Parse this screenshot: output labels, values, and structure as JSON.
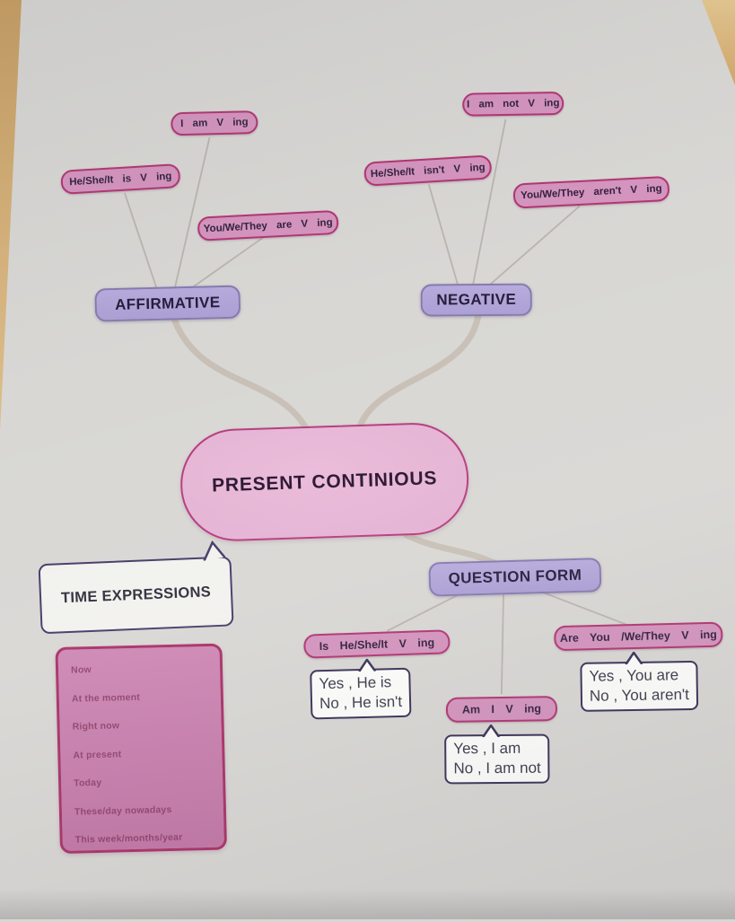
{
  "central": {
    "title": "PRESENT CONTINIOUS"
  },
  "affirmative": {
    "label": "AFFIRMATIVE",
    "items": [
      "I am V ing",
      "He/She/It is V ing",
      "You/We/They are V ing"
    ]
  },
  "negative": {
    "label": "NEGATIVE",
    "items": [
      "I am not V ing",
      "He/She/It isn't V ing",
      "You/We/They aren't V ing"
    ]
  },
  "question": {
    "label": "QUESTION FORM",
    "items": [
      {
        "prompt": "Is He/She/It V ing",
        "yes": "Yes , He is",
        "no": "No , He isn't"
      },
      {
        "prompt": "Am I V ing",
        "yes": "Yes , I am",
        "no": "No , I am not"
      },
      {
        "prompt": "Are You /We/They V ing",
        "yes": "Yes , You are",
        "no": "No , You aren't"
      }
    ]
  },
  "time_expressions": {
    "label": "TIME EXPRESSIONS",
    "items": [
      "Now",
      "At the moment",
      "Right now",
      "At present",
      "Today",
      "These/day nowadays",
      "This week/months/year"
    ]
  },
  "colors": {
    "pill_fill": "#d494be",
    "pill_border": "#b23572",
    "category_fill": "#ab9fd4",
    "category_border": "#857ab0",
    "central_fill": "#e3b0d2",
    "central_border": "#b63b7d",
    "bubble_border": "#3a3158",
    "list_border": "#a93068",
    "connector": "#c8c0b6"
  }
}
